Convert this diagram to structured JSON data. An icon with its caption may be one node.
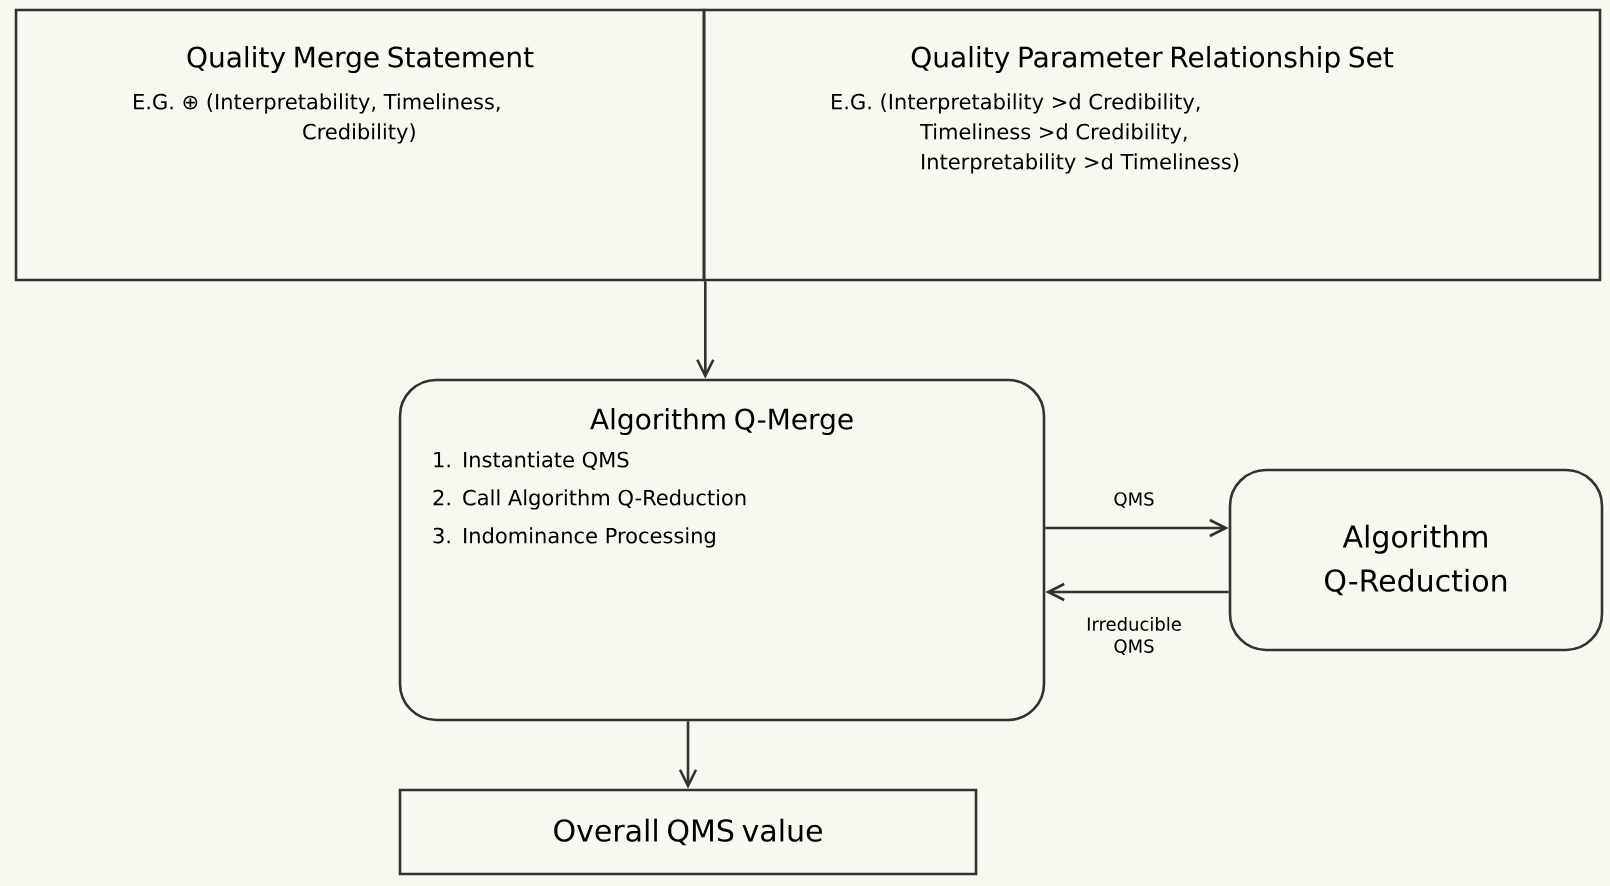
{
  "diagram": {
    "nodes": [
      {
        "text": [
          "Quality Merge Statement",
          "E.G. ⊕ (Interpretability, Timeliness, Credibility)"
        ]
      },
      {
        "text": [
          "Quality Parameter Relationship Set",
          "E.G. (Interpretability >d Credibility, Timeliness >d Credibility, Interpretability >d Timeliness)"
        ]
      },
      {
        "text": [
          "Algorithm Q-Merge",
          "1. Instantiate QMS",
          "2. Call Algorithm Q-Reduction",
          "3. Indominance Processing"
        ]
      },
      {
        "text": [
          "Algorithm Q-Reduction"
        ]
      },
      {
        "text": [
          "Overall QMS value"
        ]
      }
    ],
    "edges": [
      {
        "from": 0,
        "to": 2,
        "arrow": "to"
      },
      {
        "from": 1,
        "to": 2,
        "arrow": "to"
      },
      {
        "from": 2,
        "to": 3,
        "arrow": "to",
        "label": "QMS"
      },
      {
        "from": 3,
        "to": 2,
        "arrow": "to",
        "label": "Irreducible QMS"
      },
      {
        "from": 2,
        "to": 4,
        "arrow": "to"
      }
    ]
  }
}
